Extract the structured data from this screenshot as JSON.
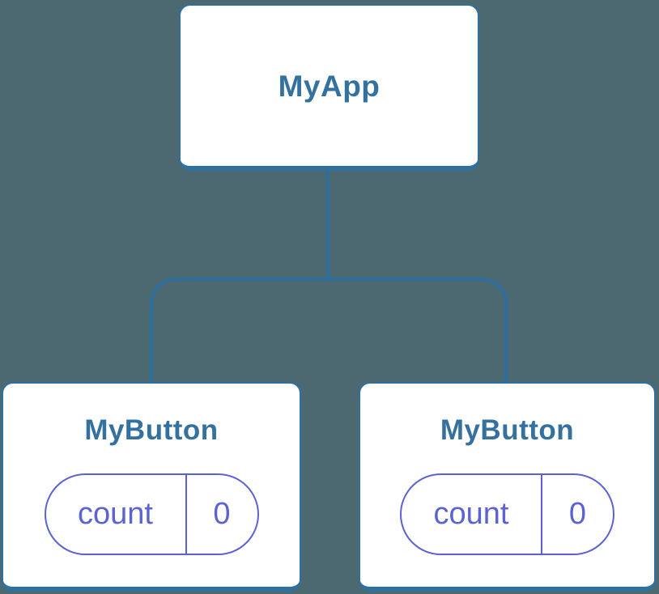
{
  "diagram": {
    "type": "component-tree",
    "root": {
      "label": "MyApp"
    },
    "children": [
      {
        "label": "MyButton",
        "state": {
          "name": "count",
          "value": "0"
        }
      },
      {
        "label": "MyButton",
        "state": {
          "name": "count",
          "value": "0"
        }
      }
    ]
  },
  "colors": {
    "background": "#4c6971",
    "connector": "#2e6e9e",
    "box_border": "#30709f",
    "box_fill": "#ffffff",
    "label_text": "#35719f",
    "state_accent": "#5b63d3"
  }
}
